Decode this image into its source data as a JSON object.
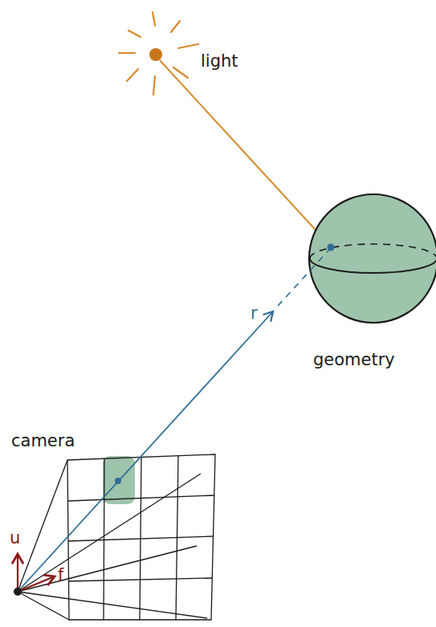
{
  "diagram": {
    "labels": [
      "light",
      "geometry",
      "camera",
      "r",
      "u",
      "f"
    ]
  }
}
